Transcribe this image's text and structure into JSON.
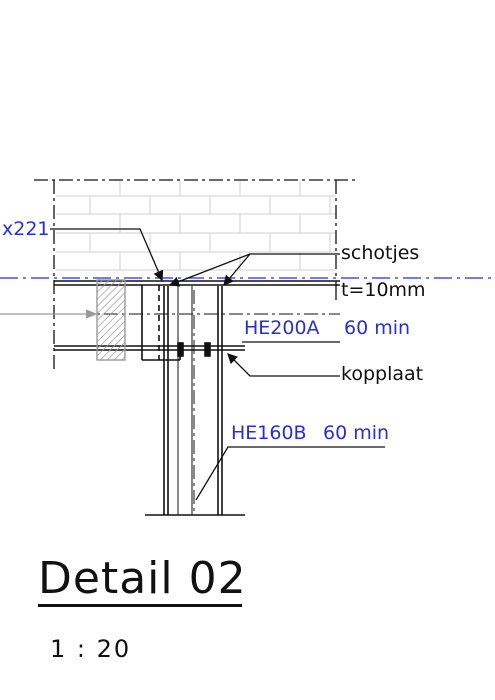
{
  "labels": {
    "beam_ref": "x221",
    "shims": "schotjes",
    "thickness": "t=10mm",
    "beam_top": "HE200A",
    "beam_top_fire": "60 min",
    "plate": "kopplaat",
    "column": "HE160B",
    "column_fire": "60 min"
  },
  "detail": {
    "title": "Detail 02",
    "scale": "1 : 20"
  },
  "colors": {
    "line": "#111111",
    "accent": "#2a2fd0",
    "hatch": "#9a9a9a"
  }
}
